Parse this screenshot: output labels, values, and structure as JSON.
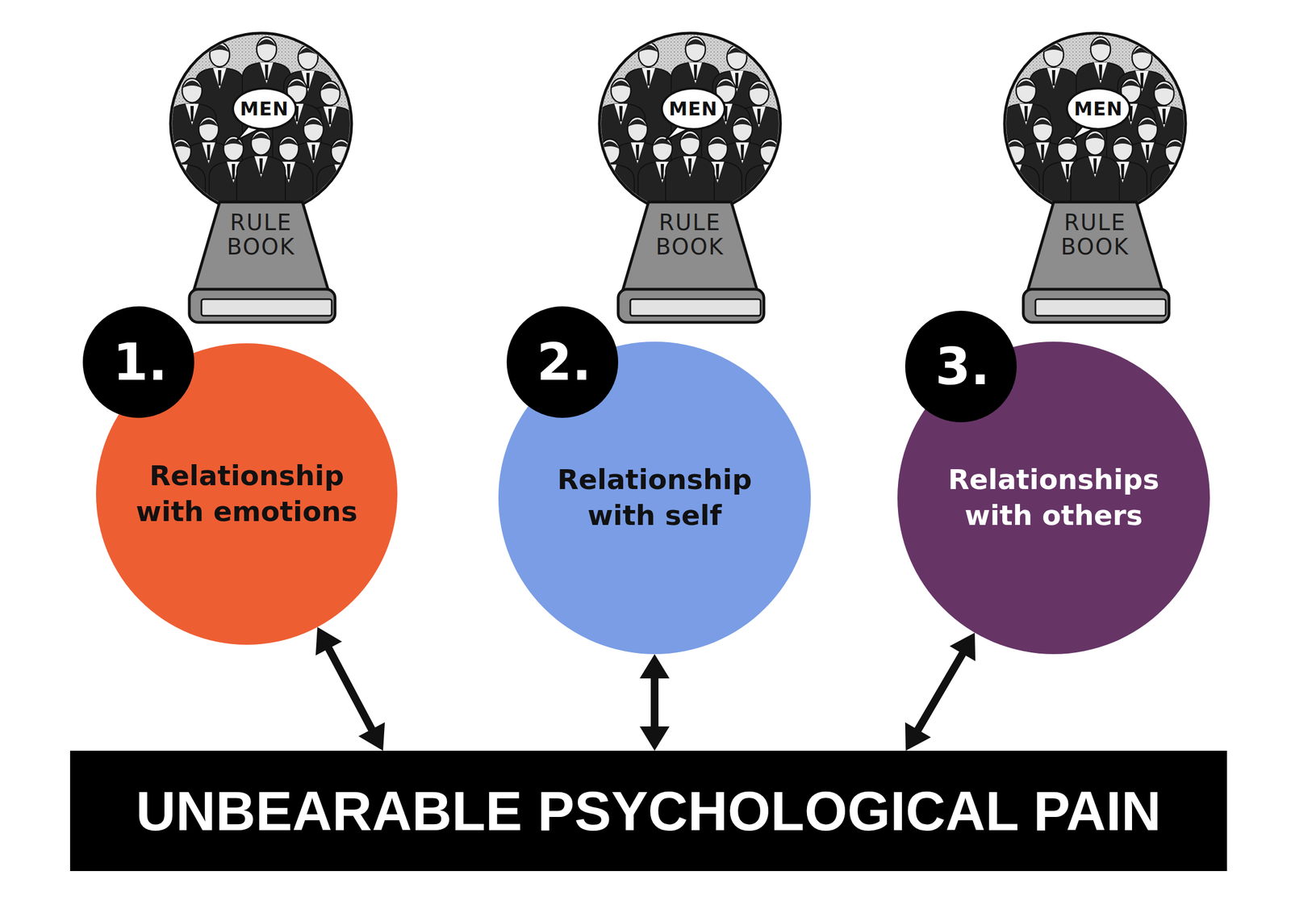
{
  "diagram": {
    "nodes": [
      {
        "text": [
          "Relationship with emotions"
        ]
      },
      {
        "text": [
          "Relationship with self"
        ]
      },
      {
        "text": [
          "Relationships with others"
        ]
      },
      {
        "text": [
          "UNBEARABLE PSYCHOLOGICAL PAIN"
        ]
      }
    ],
    "edges": [
      {
        "from": 0,
        "to": 3,
        "arrow": "both"
      },
      {
        "from": 1,
        "to": 3,
        "arrow": "both"
      },
      {
        "from": 2,
        "to": 3,
        "arrow": "both"
      }
    ],
    "labels": [
      "MEN",
      "RULE BOOK",
      "1.",
      "MEN",
      "RULE BOOK",
      "2.",
      "MEN",
      "RULE BOOK",
      "3."
    ]
  }
}
